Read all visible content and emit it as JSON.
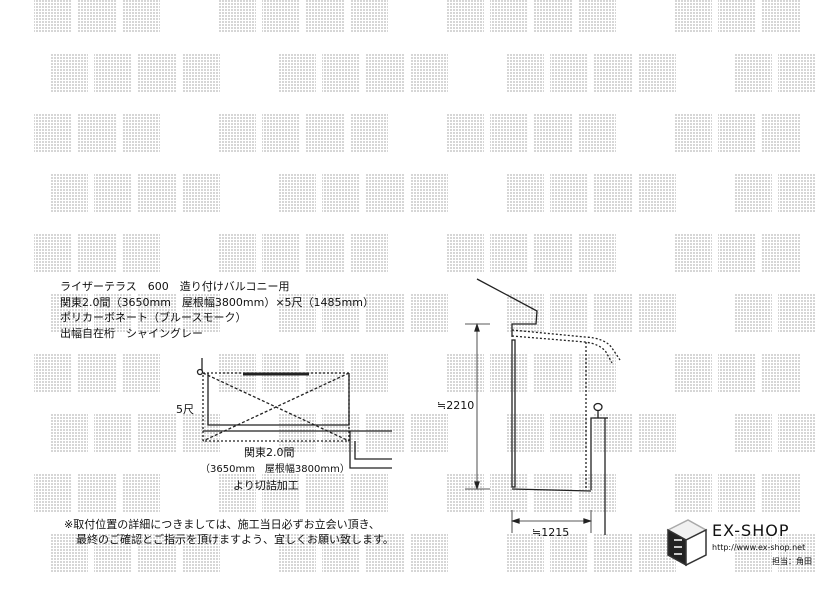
{
  "watermark": "転載禁止",
  "spec": {
    "line1": "ライザーテラス　600　造り付けバルコニー用",
    "line2": "関東2.0間（3650mm　屋根幅3800mm）×5尺（1485mm）",
    "line3": "ポリカーボネート（ブルースモーク）",
    "line4": "出幅自在桁　シャイングレー"
  },
  "plan": {
    "depth_label": "5尺",
    "width_label": "関東2.0間",
    "size_label": "（3650mm　屋根幅3800mm）",
    "cut_label": "より切詰加工"
  },
  "side": {
    "height_label": "≒2210",
    "projection_label": "≒1215"
  },
  "note": {
    "line1": "※取付位置の詳細につきましては、施工当日必ずお立会い頂き、",
    "line2": "最終のご確認とご指示を頂けますよう、宜しくお願い致します。"
  },
  "brand": {
    "name": "EX-SHOP",
    "url": "http://www.ex-shop.net",
    "staff": "担当：角田"
  }
}
